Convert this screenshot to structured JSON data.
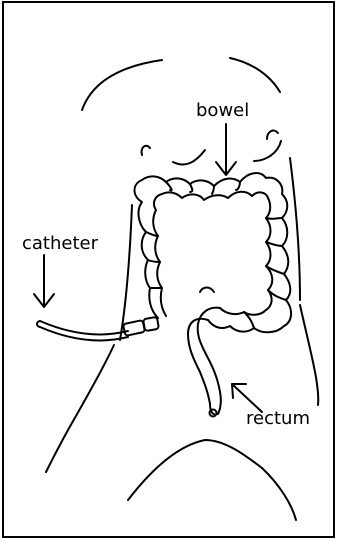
{
  "labels": {
    "bowel": "bowel",
    "catheter": "catheter",
    "rectum": "rectum"
  },
  "colors": {
    "line": "#000000",
    "background": "#ffffff",
    "frame": "#000000"
  }
}
